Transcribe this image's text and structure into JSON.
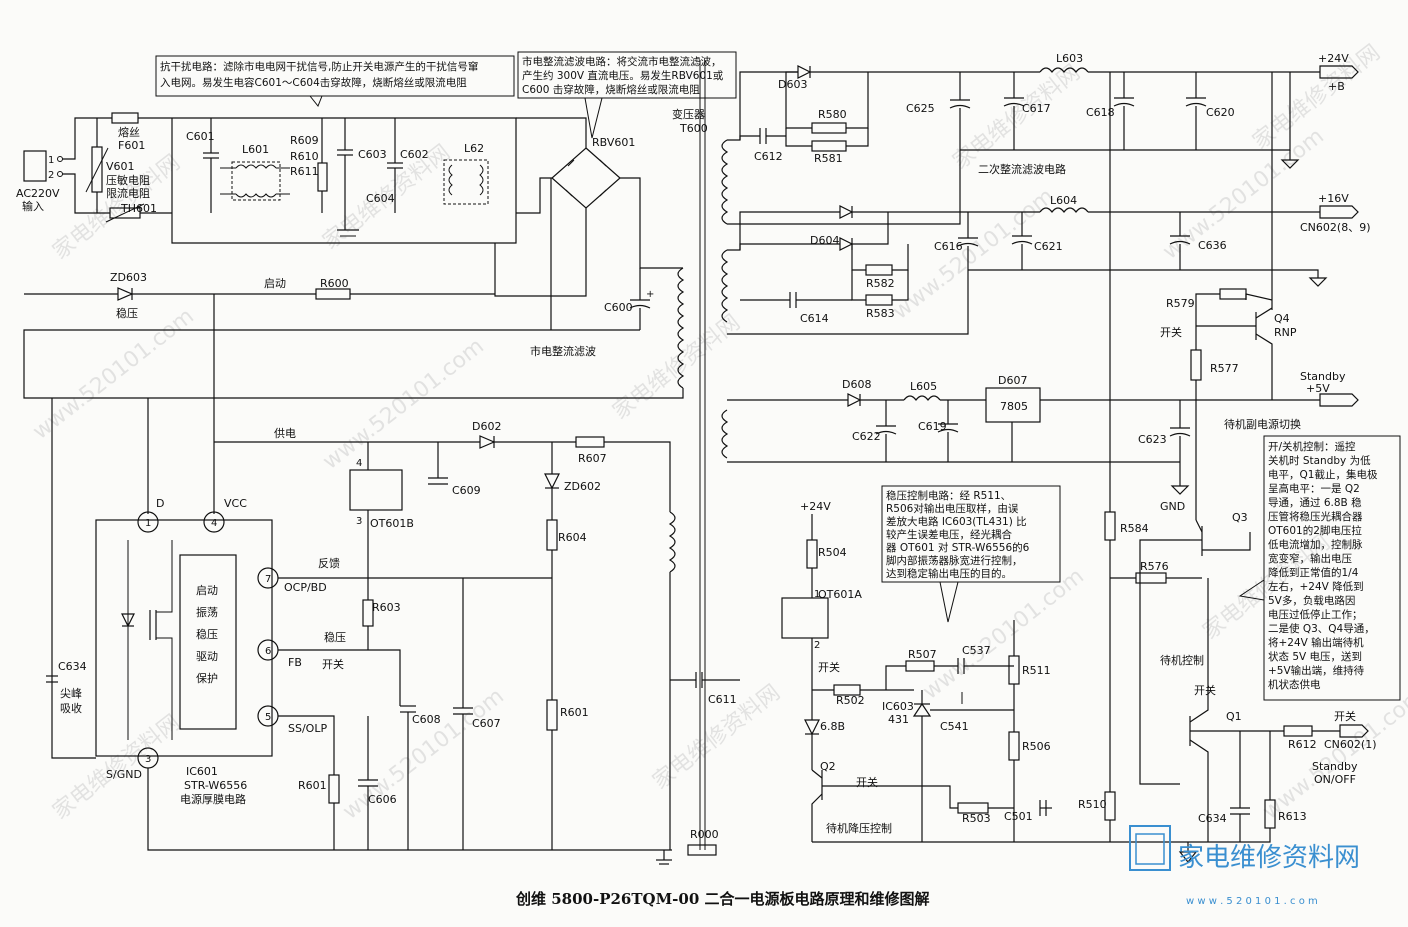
{
  "title": "创维 5800-P26TQM-00 二合一电源板电路原理和维修图解",
  "logo": {
    "text": "家电维修资料网",
    "url_text": "w w w . 5 2 0 1 0 1 . c o m"
  },
  "watermarks": [
    "家电维修资料网",
    "www.520101.com"
  ],
  "notes": {
    "emi": [
      "抗干扰电路：滤除市电电网干扰信号,防止开关电源产生的干扰信号窜",
      "入电网。易发生电容C601～C604击穿故障，烧断熔丝或限流电阻"
    ],
    "rect": [
      "市电整流滤波电路：将交流市电整流滤波，",
      "产生约 300V 直流电压。易发生RBV601或",
      "C600 击穿故障，烧断熔丝或限流电阻"
    ],
    "reg": [
      "稳压控制电路：经 R511、",
      "R506对输出电压取样，由误",
      "差放大电路 IC603(TL431) 比",
      "较产生误差电压，经光耦合",
      "器 OT601 对 STR-W6556的6",
      "脚内部振荡器脉宽进行控制，",
      "达到稳定输出电压的目的。"
    ],
    "onoff": [
      "开/关机控制：遥控",
      "关机时 Standby 为低",
      "电平，Q1截止，集电极",
      "呈高电平：一是 Q2",
      "导通，通过 6.8B 稳",
      "压管将稳压光耦合器",
      "OT601的2脚电压拉",
      "低电流增加，控制脉",
      "宽变窄，输出电压",
      "降低到正常值的1/4",
      "左右，+24V 降低到",
      "5V多，负载电路因",
      "电压过低停止工作；",
      "二是使 Q3、Q4导通，",
      "将+24V 输出端待机",
      "状态 5V 电压，送到",
      "+5V输出端，维持待",
      "机状态供电"
    ]
  },
  "labels": {
    "ac_input": [
      "AC220V",
      "输入"
    ],
    "fuse": [
      "熔丝",
      "F601"
    ],
    "varistor": [
      "V601",
      "压敏电阻"
    ],
    "limit": [
      "限流电阻",
      "TH601"
    ],
    "c601": "C601",
    "l601": "L601",
    "r609": "R609",
    "r610": "R610",
    "r611": "R611",
    "c603": "C603",
    "c604": "C604",
    "c602": "C602",
    "l62": "L62",
    "rbv601": "RBV601",
    "transformer": [
      "变压器",
      "T600"
    ],
    "zd603": "ZD603",
    "wenya": "稳压",
    "qidong": "启动",
    "r600": "R600",
    "c600": "C600",
    "shidian": "市电整流滤波",
    "gongdian": "供电",
    "d602": "D602",
    "r607": "R607",
    "zd602": "ZD602",
    "c609": "C609",
    "ot601b": "OT601B",
    "r604": "R604",
    "fankui": "反馈",
    "r603": "R603",
    "wenya2": "稳压",
    "kaiguan": "开关",
    "c608": "C608",
    "c607": "C607",
    "r601a": "R601",
    "r601b": "R601",
    "c606": "C606",
    "c611": "C611",
    "r000": "R000",
    "c634a": "C634",
    "jianfeng": [
      "尖峰",
      "吸收"
    ],
    "ic_pins": {
      "d": "D",
      "vcc": "VCC",
      "ocp": "OCP/BD",
      "fb": "FB",
      "ss": "SS/OLP",
      "sgnd": "S/GND"
    },
    "ic_funcs": [
      "启动",
      "振荡",
      "稳压",
      "驱动",
      "保护"
    ],
    "ic_name": [
      "IC601",
      "STR-W6556",
      "电源厚膜电路"
    ],
    "pin_nums": [
      "1",
      "4",
      "7",
      "6",
      "5",
      "3"
    ],
    "d603": "D603",
    "r580": "R580",
    "r581": "R581",
    "c612": "C612",
    "l603": "L603",
    "c625": "C625",
    "c617": "C617",
    "c618": "C618",
    "c620": "C620",
    "v24": "+24V",
    "vb": "+B",
    "erci": "二次整流滤波电路",
    "d604": "D604",
    "r582": "R582",
    "r583": "R583",
    "c614": "C614",
    "l604": "L604",
    "c616": "C616",
    "c621": "C621",
    "c636": "C636",
    "v16": "+16V",
    "cn602a": "CN602(8、9)",
    "r579": "R579",
    "q4": [
      "Q4",
      "RNP"
    ],
    "r577": "R577",
    "standby": [
      "Standby",
      "+5V"
    ],
    "daiji": "待机副电源切换",
    "d608": "D608",
    "l605": "L605",
    "d607": [
      "D607",
      "7805"
    ],
    "c622": "C622",
    "c619": "C619",
    "c623": "C623",
    "gnd": "GND",
    "v24b": "+24V",
    "r504": "R504",
    "ot601a": "OT601A",
    "pin1": "1",
    "pin2": "2",
    "r507": "R507",
    "c537": "C537",
    "r502": "R502",
    "ic603": [
      "IC603",
      "431"
    ],
    "c541": "C541",
    "r511": "R511",
    "r506": "R506",
    "zener68": "6.8B",
    "q2": "Q2",
    "r503": "R503",
    "c501": "C501",
    "jiangya": "待机降压控制",
    "r584": "R584",
    "r510": "R510",
    "q3": "Q3",
    "r576": "R576",
    "daijikongzhi": "待机控制",
    "q1": "Q1",
    "r612": "R612",
    "cn602b": "CN602(1)",
    "standby_onoff": [
      "Standby",
      "ON/OFF"
    ],
    "c634b": "C634",
    "r613": "R613",
    "pin_ac": [
      "1",
      "2"
    ],
    "pin_ot3": "3",
    "pin_ot4": "4"
  }
}
